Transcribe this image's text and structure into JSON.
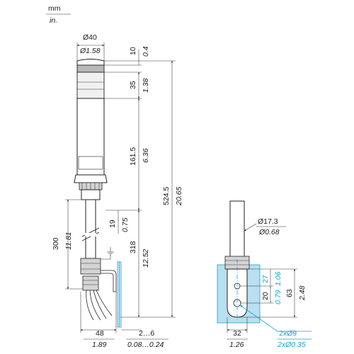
{
  "units": {
    "metric": "mm",
    "imperial": "in."
  },
  "dims": {
    "diameter_mm": "Ø40",
    "diameter_in": "Ø1.58",
    "cap_mm": "10",
    "cap_in": "0.4",
    "lens_mm": "35",
    "lens_in": "1.38",
    "body_mm": "161.5",
    "body_in": "6.36",
    "total_mm": "524.5",
    "total_in": "20.65",
    "pole_mm": "300",
    "pole_in": "11.81",
    "collar_mm": "19",
    "collar_in": "0.75",
    "lower_mm": "318",
    "lower_in": "12.52",
    "width_mm": "48",
    "width_in": "1.89",
    "panel_mm": "2…6",
    "panel_in": "0.08…0.24"
  },
  "detail": {
    "tube_mm": "Ø17.3",
    "tube_in": "Ø0.68",
    "spacing_mm": "27",
    "spacing_in": "1.06",
    "offset_mm": "20",
    "offset_in": "0.79",
    "height_mm": "63",
    "height_in": "2.48",
    "width_mm": "32",
    "width_in": "1.26",
    "holes_mm": "2xØ9",
    "holes_in": "2xØ0.35"
  },
  "colors": {
    "highlight": "#1aa3c8",
    "panel": "#b9dff0",
    "lens": "#b8b8b8"
  }
}
